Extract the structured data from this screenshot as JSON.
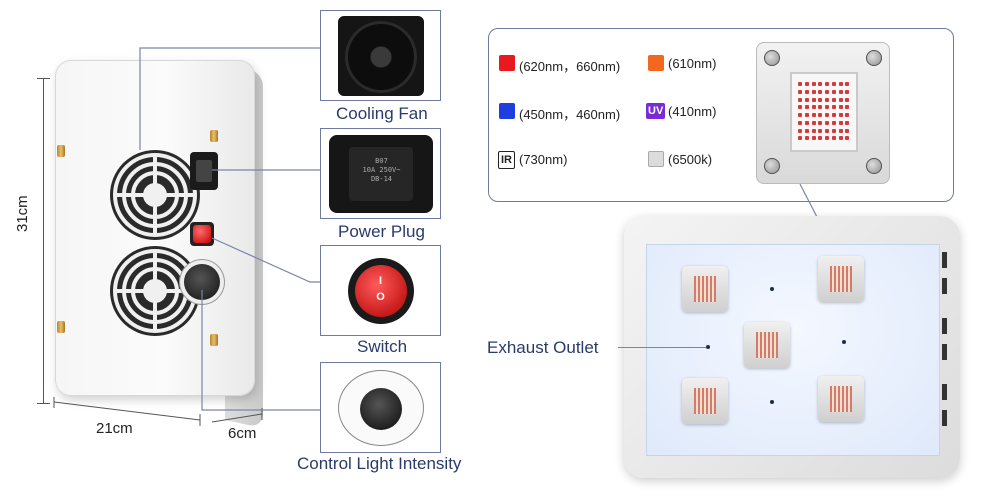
{
  "dimensions": {
    "height": "31cm",
    "width": "21cm",
    "depth": "6cm"
  },
  "callouts": [
    {
      "label": "Cooling Fan",
      "icon": "cooling-fan-icon"
    },
    {
      "label": "Power Plug",
      "icon": "power-plug-icon"
    },
    {
      "label": "Switch",
      "icon": "rocker-switch-icon"
    },
    {
      "label": "Control Light Intensity",
      "icon": "dimmer-knob-icon"
    }
  ],
  "plug_marking": [
    "B07",
    "10A 250V~",
    "DB-14"
  ],
  "switch_marking": [
    "I",
    "O"
  ],
  "spectrum_legend": [
    {
      "text": "(620nm，660nm)",
      "color": "#e8191f",
      "tag": ""
    },
    {
      "text": "(610nm)",
      "color": "#f2681c",
      "tag": ""
    },
    {
      "text": "(450nm，460nm)",
      "color": "#1f3ee0",
      "tag": ""
    },
    {
      "text": "(410nm)",
      "color": "#7a2ad6",
      "tag": "UV"
    },
    {
      "text": "(730nm)",
      "color": "#ffffff",
      "tag": "IR"
    },
    {
      "text": "(6500k)",
      "color": "#dcdcdc",
      "tag": ""
    }
  ],
  "front": {
    "exhaust_label": "Exhaust Outlet"
  },
  "colors": {
    "callout_border": "#6f7aa0",
    "label_text": "#2a3a6a"
  }
}
